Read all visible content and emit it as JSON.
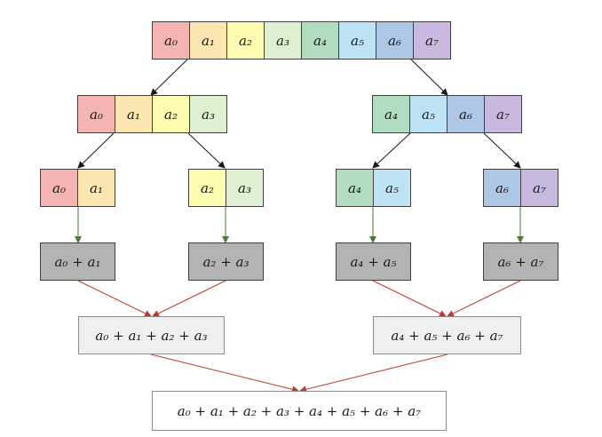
{
  "colors": {
    "a0": "#f4b4b4",
    "a1": "#fbe5b0",
    "a2": "#fdfdb2",
    "a3": "#dfefd1",
    "a4": "#b1dcc0",
    "a5": "#bde3f5",
    "a6": "#aec7e4",
    "a7": "#c9b8df",
    "black_arrow": "#1a1a1a",
    "green_arrow": "#4a7a3a",
    "red_arrow": "#c0392b"
  },
  "labels": {
    "a0": "a₀",
    "a1": "a₁",
    "a2": "a₂",
    "a3": "a₃",
    "a4": "a₄",
    "a5": "a₅",
    "a6": "a₆",
    "a7": "a₇"
  },
  "sums": {
    "s01": "a₀ + a₁",
    "s23": "a₂ + a₃",
    "s45": "a₄ + a₅",
    "s67": "a₆ + a₇",
    "s0123": "a₀ + a₁ + a₂ + a₃",
    "s4567": "a₄ + a₅ + a₆ + a₇",
    "total": "a₀ + a₁ + a₂ + a₃ + a₄ + a₅ + a₆ + a₇"
  }
}
